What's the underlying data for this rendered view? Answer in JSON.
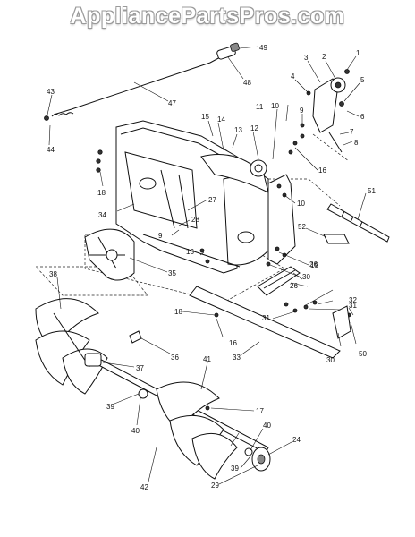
{
  "watermark": "AppliancePartsPros.com",
  "callouts": [
    "1",
    "2",
    "3",
    "4",
    "5",
    "6",
    "7",
    "8",
    "9",
    "9",
    "10",
    "10",
    "11",
    "12",
    "13",
    "13",
    "14",
    "15",
    "16",
    "16",
    "17",
    "18",
    "18",
    "19",
    "24",
    "26",
    "26",
    "27",
    "28",
    "29",
    "30",
    "30",
    "31",
    "31",
    "32",
    "33",
    "34",
    "35",
    "36",
    "37",
    "38",
    "39",
    "39",
    "40",
    "40",
    "41",
    "42",
    "43",
    "44",
    "47",
    "48",
    "49",
    "50",
    "51",
    "52"
  ]
}
